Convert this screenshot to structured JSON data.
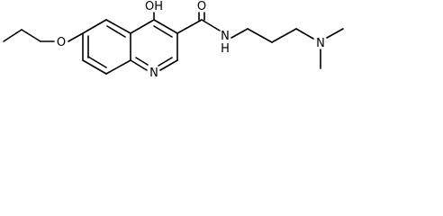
{
  "molecule": {
    "atoms": {
      "hydroxyl": "OH",
      "carbonyl_oxygen": "O",
      "ether_oxygen": "O",
      "amide_nitrogen": "N",
      "amide_hydrogen": "H",
      "ring_nitrogen": "N",
      "amine_nitrogen": "N"
    }
  },
  "colors": {
    "bond": "#000000",
    "background": "#ffffff"
  }
}
